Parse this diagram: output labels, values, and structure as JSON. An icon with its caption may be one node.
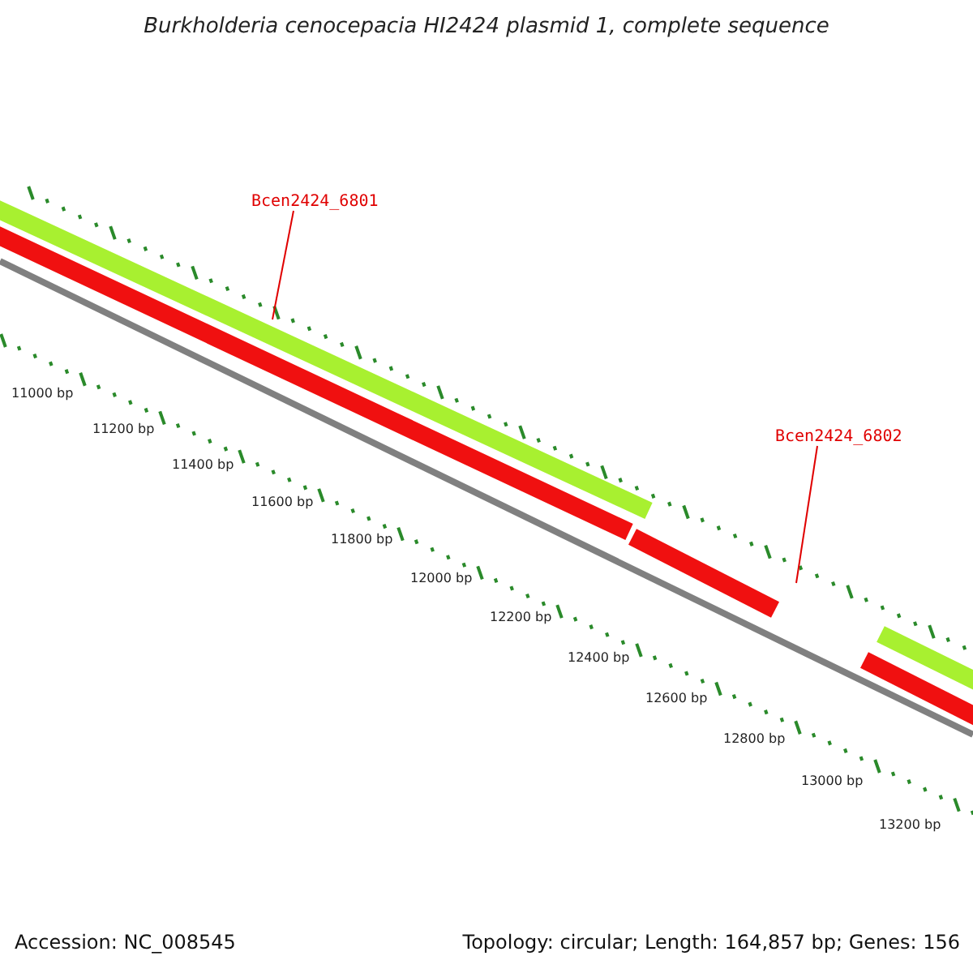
{
  "diagram": {
    "title": "Burkholderia cenocepacia HI2424 plasmid 1, complete sequence",
    "nodes": [
      {
        "text": [
          "Bcen2424_6801"
        ]
      },
      {
        "text": [],
        "shape": "bar"
      },
      {
        "text": [
          "Bcen2424_6802"
        ]
      },
      {
        "text": [],
        "shape": "bar"
      }
    ],
    "edges": [
      {
        "from": 0,
        "to": 1,
        "arrow": "none"
      },
      {
        "from": 2,
        "to": 3,
        "arrow": "none"
      }
    ],
    "labels": [
      "11000 bp",
      "11200 bp",
      "11400 bp",
      "11600 bp",
      "11800 bp",
      "12000 bp",
      "12200 bp",
      "12400 bp",
      "12600 bp",
      "12800 bp",
      "13000 bp",
      "13200 bp",
      "Accession: NC_008545",
      "Topology: circular; Length: 164,857 bp; Genes: 156"
    ]
  }
}
